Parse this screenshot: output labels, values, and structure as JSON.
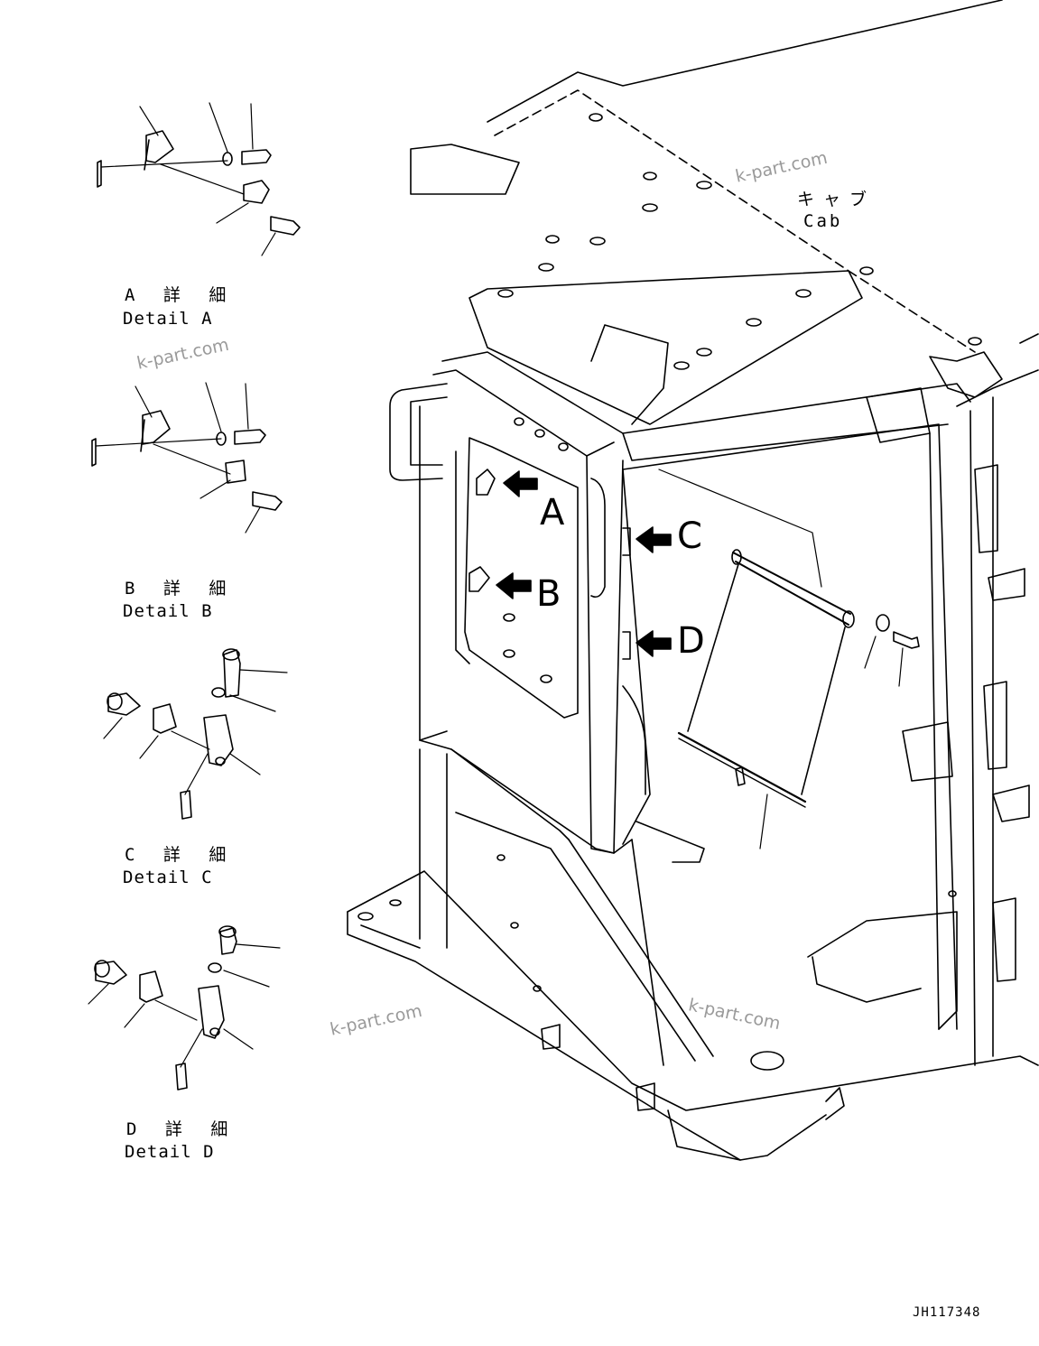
{
  "title": {
    "jp": "キャブ",
    "en": "Cab"
  },
  "details": [
    {
      "id": "A",
      "jp": "A 詳 細",
      "en": "Detail A"
    },
    {
      "id": "B",
      "jp": "B 詳 細",
      "en": "Detail B"
    },
    {
      "id": "C",
      "jp": "C 詳 細",
      "en": "Detail C"
    },
    {
      "id": "D",
      "jp": "D 詳 細",
      "en": "Detail D"
    }
  ],
  "callouts": [
    "A",
    "B",
    "C",
    "D"
  ],
  "watermark": "k-part.com",
  "drawing_code": "JH117348",
  "colors": {
    "line": "#000000",
    "watermark": "#9a9a9a",
    "background": "#ffffff"
  }
}
